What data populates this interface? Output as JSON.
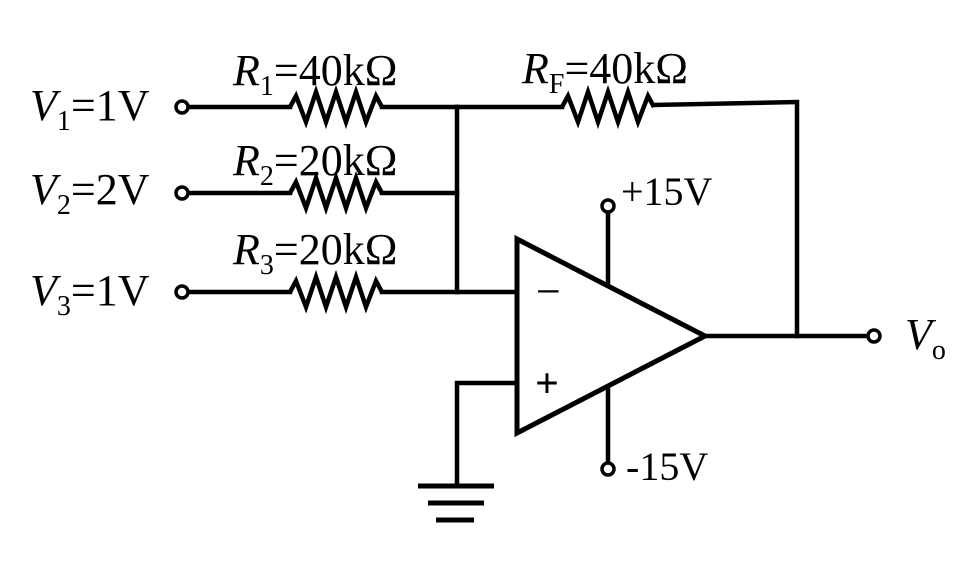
{
  "inputs": [
    {
      "symbol": "V",
      "sub": "1",
      "value": "=1V"
    },
    {
      "symbol": "V",
      "sub": "2",
      "value": "=2V"
    },
    {
      "symbol": "V",
      "sub": "3",
      "value": "=1V"
    }
  ],
  "resistors": [
    {
      "symbol": "R",
      "sub": "1",
      "value": "=40kΩ"
    },
    {
      "symbol": "R",
      "sub": "2",
      "value": "=20kΩ"
    },
    {
      "symbol": "R",
      "sub": "3",
      "value": "=20kΩ"
    }
  ],
  "feedback": {
    "symbol": "R",
    "sub": "F",
    "value": "=40kΩ"
  },
  "supply": {
    "positive": "+15V",
    "negative": "-15V"
  },
  "opamp": {
    "inverting": "−",
    "noninverting": "+"
  },
  "output": {
    "symbol": "V",
    "sub": "o"
  }
}
